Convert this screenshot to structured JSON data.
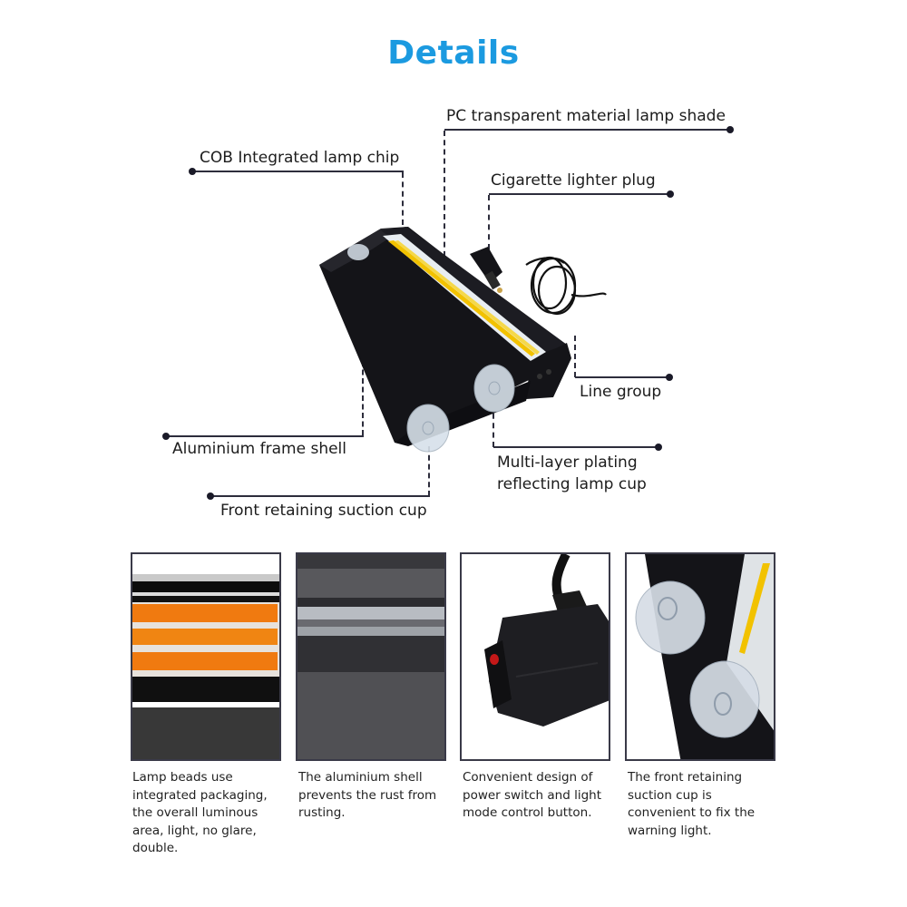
{
  "title": "Details",
  "colors": {
    "title": "#1b9ae0",
    "lines": "#2d2d3c",
    "body_black": "#141418",
    "cob_yellow": "#f2c200",
    "cob_orange": "#f07a10"
  },
  "callouts": {
    "pc_shade": "PC transparent material lamp shade",
    "cob_chip": "COB Integrated lamp chip",
    "lighter_plug": "Cigarette lighter plug",
    "line_group": "Line group",
    "frame_shell": "Aluminium frame shell",
    "plating_line1": "Multi-layer plating",
    "plating_line2": "reflecting lamp cup",
    "suction_cup": "Front retaining suction cup"
  },
  "panels": [
    {
      "name": "lamp-beads",
      "caption": [
        "Lamp beads use",
        "integrated packaging,",
        "the overall luminous",
        "area, light, no glare,",
        "double."
      ]
    },
    {
      "name": "aluminium-shell",
      "caption": [
        "The aluminium shell",
        "prevents the rust from",
        "rusting."
      ]
    },
    {
      "name": "power-switch",
      "caption": [
        "Convenient design of",
        "power switch and light",
        "mode control button."
      ]
    },
    {
      "name": "suction-cups",
      "caption": [
        "The front retaining",
        "suction cup is",
        "convenient to fix the",
        "warning light."
      ]
    }
  ]
}
